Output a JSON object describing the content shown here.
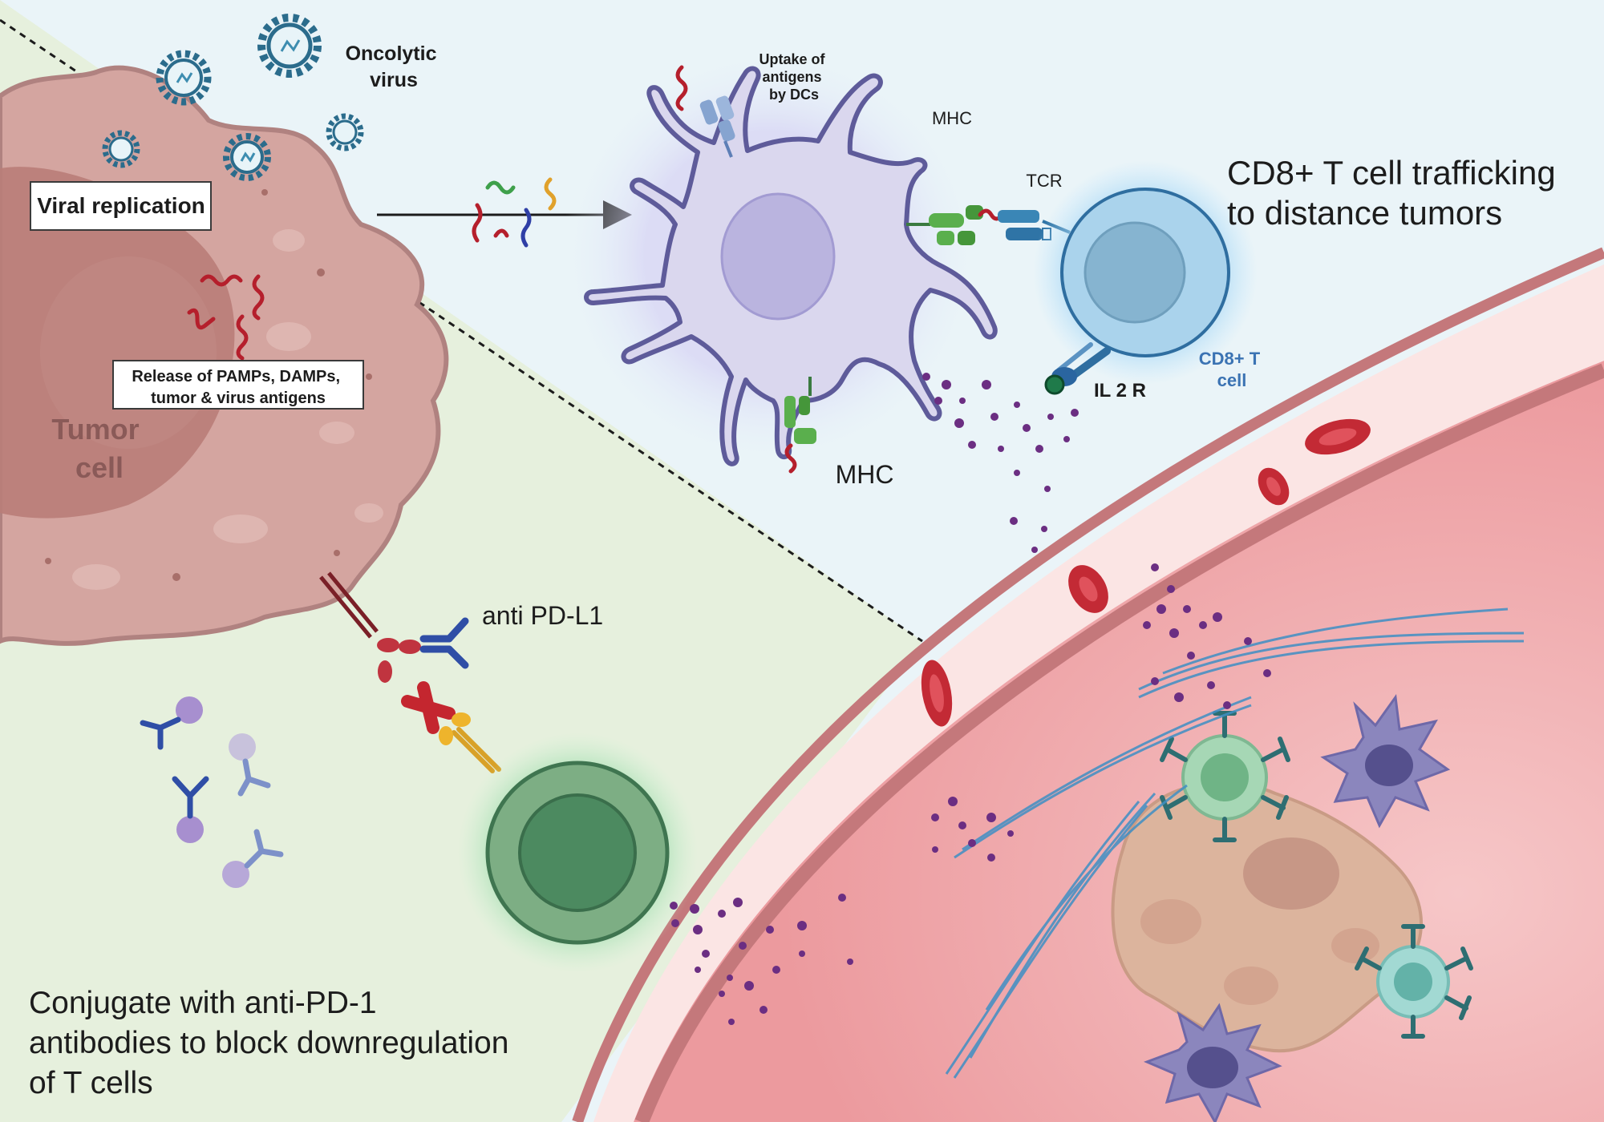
{
  "labels": {
    "oncolytic_virus": [
      "Oncolytic",
      "virus"
    ],
    "viral_replication": "Viral replication",
    "release": [
      "Release of PAMPs, DAMPs,",
      "tumor & virus antigens"
    ],
    "tumor_cell": [
      "Tumor",
      "cell"
    ],
    "uptake": [
      "Uptake of",
      "antigens",
      "by DCs"
    ],
    "mhc_top": "MHC",
    "mhc_bottom": "MHC",
    "tcr": "TCR",
    "cd8_title": [
      "CD8+  T cell trafficking",
      "to distance tumors"
    ],
    "cd8_cell": [
      "CD8+ T",
      "cell"
    ],
    "il2r": "IL 2 R",
    "anti_pdl1": "anti PD-L1",
    "conjugate": [
      "Conjugate with anti-PD-1",
      "antibodies to block downregulation",
      "of T cells"
    ]
  },
  "colors": {
    "upper_bg": "#eaf4f8",
    "lower_bg": "#e6f0dd",
    "tumor": "#d4a5a0",
    "tumor_nucleus": "#b97d78",
    "dc_body": "#dad7ee",
    "dc_outline": "#5e5b9a",
    "tcell_blue": "#8cbfe0",
    "tcell_green": "#5c9a72",
    "vessel": "#c4787b",
    "tissue": "#f0a8aa",
    "rbc": "#c32a35",
    "virus": "#2b6c8c",
    "antigen_red": "#b51f2c",
    "antigen_blue": "#2f3fa6",
    "antigen_green": "#3ea04b",
    "antigen_orange": "#e0a12b",
    "cytokine": "#6b2e82",
    "fiber": "#3f8fc4"
  }
}
